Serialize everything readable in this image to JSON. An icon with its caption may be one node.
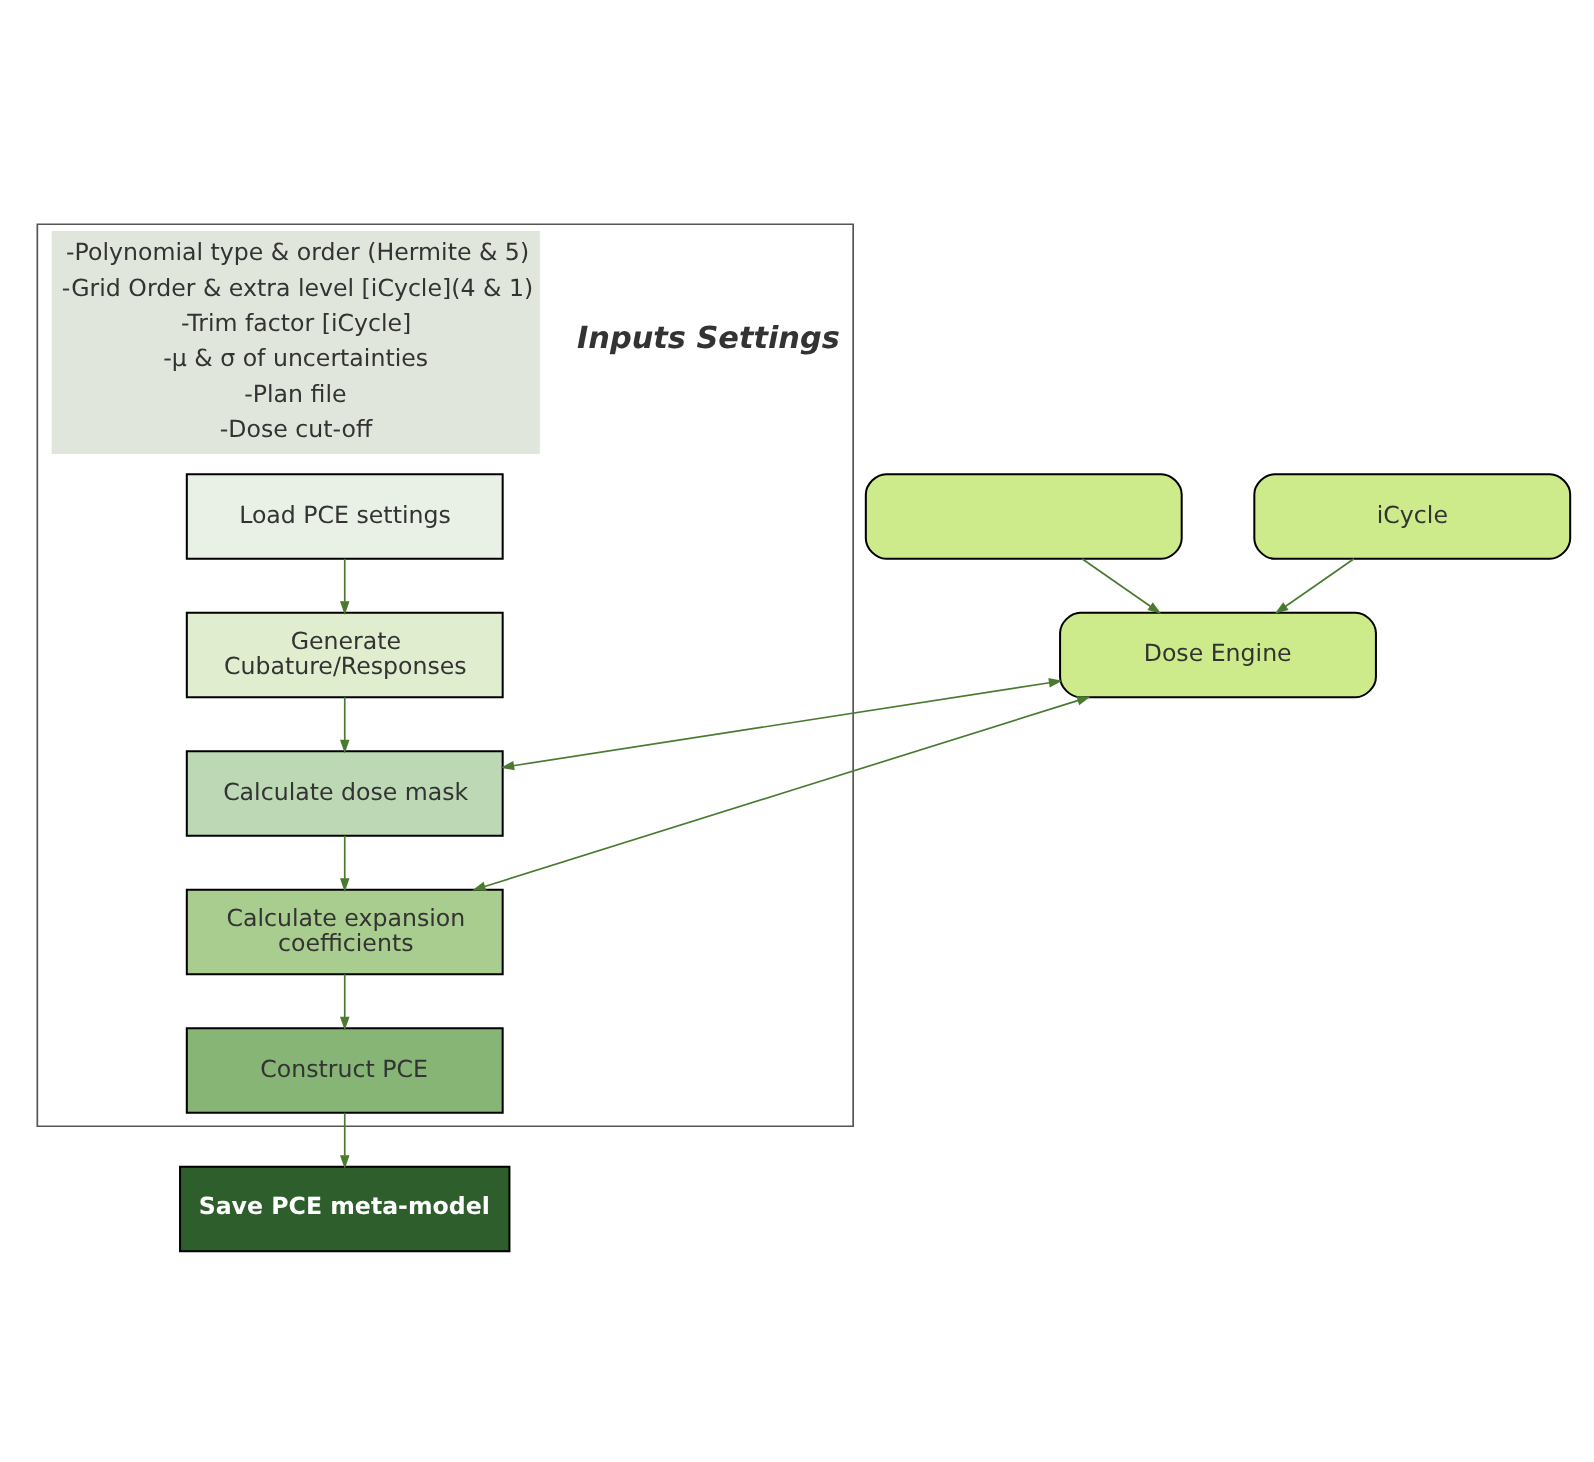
{
  "diagram": {
    "nodes": [
      {
        "text": [
          "-Polynomial type & order (Hermite & 5)",
          "-Grid Order & extra level [iCycle](4 & 1)",
          "-Trim factor [iCycle]",
          "-μ & σ of uncertainties",
          "-Plan file",
          "-Dose cut-off"
        ],
        "beside": [
          "Inputs Settings"
        ]
      },
      {
        "text": [
          "Load PCE settings"
        ],
        "in": 0
      },
      {
        "text": [
          "Generate Cubature/Responses"
        ],
        "in": 0
      },
      {
        "text": [
          "Calculate dose mask"
        ],
        "in": 0
      },
      {
        "text": [
          "Calculate expansion coefficients"
        ],
        "in": 0
      },
      {
        "text": [
          "Construct PCE"
        ],
        "in": 0
      },
      {
        "text": [
          "Save PCE meta-model"
        ]
      },
      {
        "text": [
          "Dose Engine"
        ]
      },
      {
        "text": [],
        "shape": "box"
      },
      {
        "text": [
          "iCycle"
        ]
      }
    ],
    "edges": [
      {
        "from": 1,
        "to": 2,
        "arrow": "to"
      },
      {
        "from": 2,
        "to": 3,
        "arrow": "to"
      },
      {
        "from": 3,
        "to": 4,
        "arrow": "to"
      },
      {
        "from": 4,
        "to": 5,
        "arrow": "to"
      },
      {
        "from": 5,
        "to": 6,
        "arrow": "to"
      },
      {
        "from": 7,
        "to": 3,
        "arrow": "both"
      },
      {
        "from": 7,
        "to": 4,
        "arrow": "both"
      },
      {
        "from": 8,
        "to": 7,
        "arrow": "to"
      },
      {
        "from": 9,
        "to": 7,
        "arrow": "to"
      }
    ]
  }
}
